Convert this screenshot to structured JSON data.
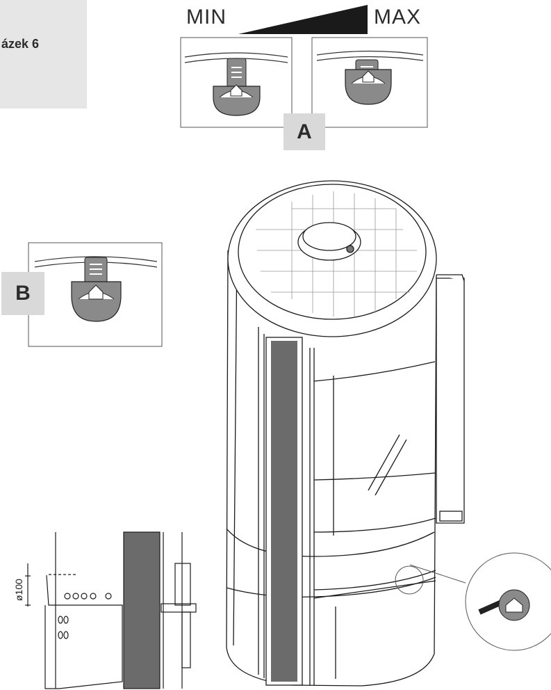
{
  "figure_label": "ázek 6",
  "scale": {
    "min": "MIN",
    "max": "MAX"
  },
  "callouts": {
    "a": "A",
    "b": "B"
  },
  "dimension": {
    "diameter": "ø100"
  },
  "colors": {
    "line": "#1a1a1a",
    "part_fill": "#8a8a8a",
    "box_fill": "#e6e6e6",
    "letter_fill": "#d9d9d9"
  }
}
